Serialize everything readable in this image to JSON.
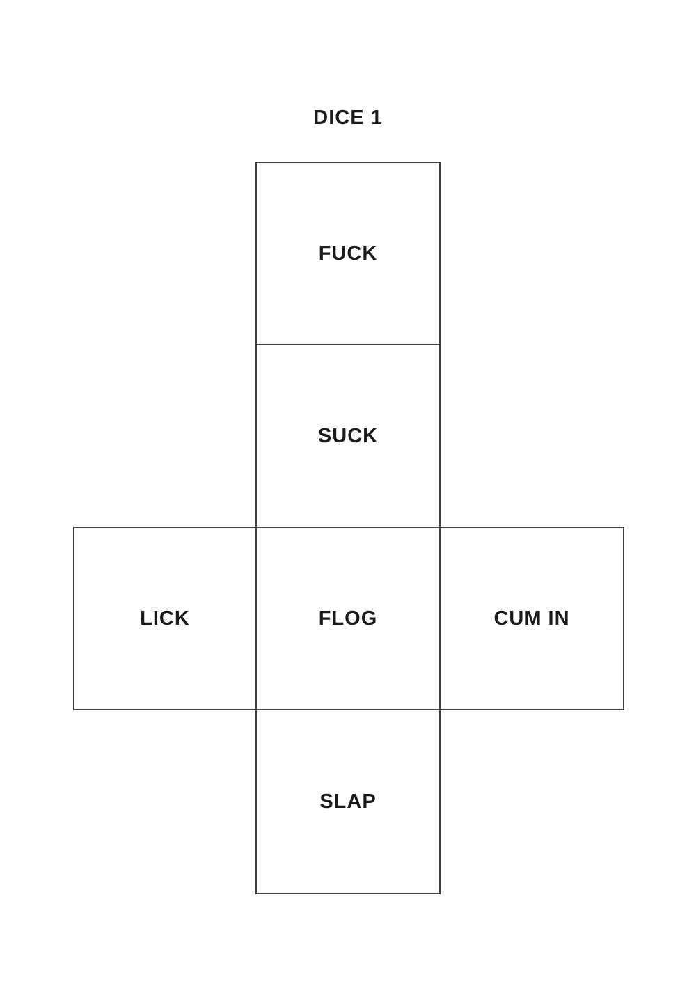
{
  "page": {
    "title": "DICE 1",
    "background_color": "#ffffff",
    "line_color": "#3d3d3d",
    "text_color": "#1a1a1a"
  },
  "dice_net": {
    "description": "cut-out cube net template with six labeled faces",
    "faces": [
      {
        "label": "FUCK",
        "position": "top"
      },
      {
        "label": "SUCK",
        "position": "upper-middle"
      },
      {
        "label": "LICK",
        "position": "middle-left"
      },
      {
        "label": "FLOG",
        "position": "center"
      },
      {
        "label": "CUM IN",
        "position": "middle-right"
      },
      {
        "label": "SLAP",
        "position": "bottom"
      }
    ]
  }
}
